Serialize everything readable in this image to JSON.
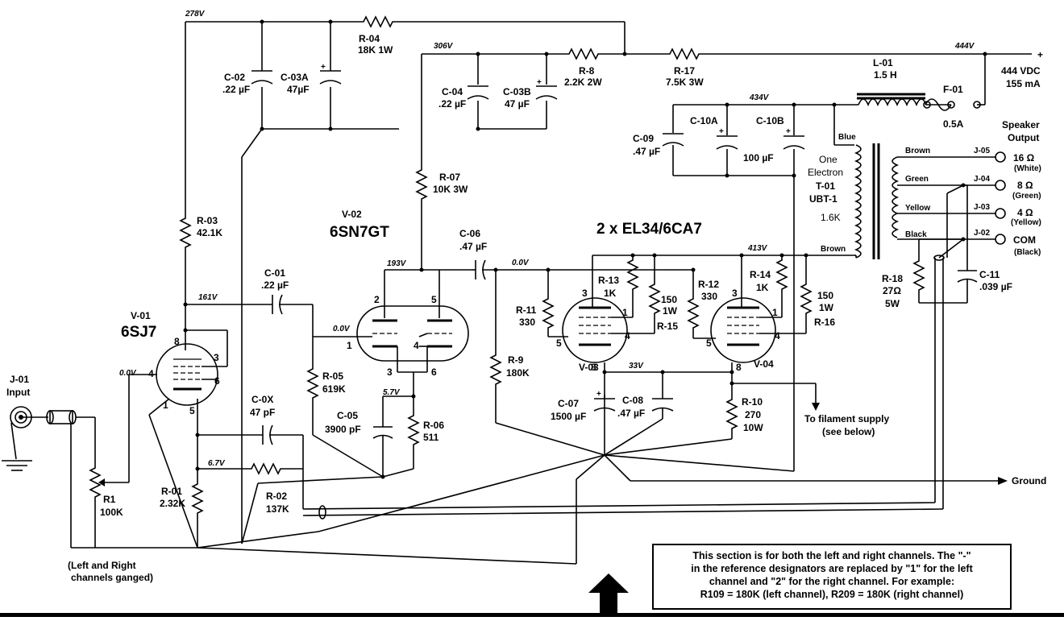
{
  "voltages": {
    "v278": "278V",
    "v306": "306V",
    "v444": "444V",
    "v434": "434V",
    "v413": "413V",
    "v193": "193V",
    "v161": "161V",
    "v0a": "0.0V",
    "v0b": "0.0V",
    "v0c": "0.0V",
    "v57": "5.7V",
    "v67": "6.7V",
    "v33": "33V"
  },
  "supply": {
    "plus": "+",
    "line1": "444 VDC",
    "line2": "155 mA"
  },
  "components": {
    "r04": {
      "ref": "R-04",
      "val": "18K 1W"
    },
    "r8": {
      "ref": "R-8",
      "val": "2.2K 2W"
    },
    "r17": {
      "ref": "R-17",
      "val": "7.5K 3W"
    },
    "c02": {
      "ref": "C-02",
      "val": ".22 µF"
    },
    "c03a": {
      "ref": "C-03A",
      "val": "47µF"
    },
    "c04": {
      "ref": "C-04",
      "val": ".22 µF"
    },
    "c03b": {
      "ref": "C-03B",
      "val": "47 µF"
    },
    "l01": {
      "ref": "L-01",
      "val": "1.5 H"
    },
    "f01": {
      "ref": "F-01",
      "val": "0.5A"
    },
    "c09": {
      "ref": "C-09",
      "val": ".47 µF"
    },
    "c10a": {
      "ref": "C-10A",
      "val": ""
    },
    "c10b": {
      "ref": "C-10B",
      "val": "100 µF"
    },
    "r07": {
      "ref": "R-07",
      "val": "10K 3W"
    },
    "r03": {
      "ref": "R-03",
      "val": "42.1K"
    },
    "c01": {
      "ref": "C-01",
      "val": ".22 µF"
    },
    "c06": {
      "ref": "C-06",
      "val": ".47 µF"
    },
    "r05": {
      "ref": "R-05",
      "val": "619K"
    },
    "c05": {
      "ref": "C-05",
      "val": "3900 pF"
    },
    "r06": {
      "ref": "R-06",
      "val": "511"
    },
    "c0x": {
      "ref": "C-0X",
      "val": "47 pF"
    },
    "r01": {
      "ref": "R-01",
      "val": "2.32K"
    },
    "r02": {
      "ref": "R-02",
      "val": "137K"
    },
    "r1": {
      "ref": "R1",
      "val": "100K"
    },
    "r11": {
      "ref": "R-11",
      "val": "330"
    },
    "r13": {
      "ref": "R-13",
      "val": "1K"
    },
    "r150a": {
      "ref": "R-15",
      "val": "150",
      "val2": "1W"
    },
    "r12": {
      "ref": "R-12",
      "val": "330"
    },
    "r14": {
      "ref": "R-14",
      "val": "1K"
    },
    "r150b": {
      "ref": "R-16",
      "val": "150",
      "val2": "1W"
    },
    "r9": {
      "ref": "R-9",
      "val": "180K"
    },
    "c07": {
      "ref": "C-07",
      "val": "1500 µF"
    },
    "c08": {
      "ref": "C-08",
      "val": ".47 µF"
    },
    "r10": {
      "ref": "R-10",
      "val": "270",
      "val2": "10W"
    },
    "r18": {
      "ref": "R-18",
      "val": "27Ω",
      "val2": "5W"
    },
    "c11": {
      "ref": "C-11",
      "val": ".039 µF"
    }
  },
  "tubes": {
    "v01": {
      "ref": "V-01",
      "type": "6SJ7"
    },
    "v02": {
      "ref": "V-02",
      "type": "6SN7GT"
    },
    "v03": {
      "ref": "V-03"
    },
    "v04": {
      "ref": "V-04"
    },
    "output": "2 x EL34/6CA7"
  },
  "transformer": {
    "line1": "One",
    "line2": "Electron",
    "ref": "T-01",
    "model": "UBT-1",
    "imp": "1.6K",
    "blue": "Blue",
    "brown_pri": "Brown",
    "brown_sec": "Brown",
    "green": "Green",
    "yellow": "Yellow",
    "black": "Black"
  },
  "speaker": {
    "title1": "Speaker",
    "title2": "Output",
    "j05": {
      "ref": "J-05",
      "ohm": "16 Ω",
      "color": "(White)"
    },
    "j04": {
      "ref": "J-04",
      "ohm": "8 Ω",
      "color": "(Green)"
    },
    "j03": {
      "ref": "J-03",
      "ohm": "4 Ω",
      "color": "(Yellow)"
    },
    "j02": {
      "ref": "J-02",
      "ohm": "COM",
      "color": "(Black)"
    }
  },
  "input": {
    "ref": "J-01",
    "label": "Input"
  },
  "gang_note": {
    "line1": "(Left and Right",
    "line2": "channels ganged)"
  },
  "filament": {
    "line1": "To filament supply",
    "line2": "(see below)"
  },
  "ground": "Ground",
  "note": {
    "line1": "This section is for both the left and right channels. The \"-\"",
    "line2": "in the reference designators are replaced by \"1\" for the left",
    "line3": "channel and \"2\" for the right channel. For example:",
    "line4": "R109 = 180K (left channel), R209 = 180K (right channel)"
  },
  "pins": {
    "v01": [
      "8",
      "3",
      "4",
      "6",
      "1",
      "5"
    ],
    "v02": [
      "2",
      "5",
      "1",
      "4",
      "3",
      "6"
    ],
    "v03": [
      "3",
      "1",
      "5",
      "4",
      "8"
    ],
    "v04": [
      "3",
      "1",
      "5",
      "4",
      "8"
    ]
  }
}
